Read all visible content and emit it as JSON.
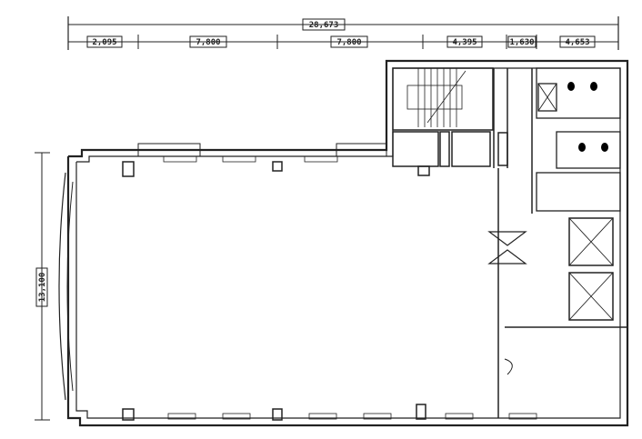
{
  "plan": {
    "overall_width": "28,673",
    "segments": [
      "2,095",
      "7,800",
      "7,800",
      "4,395",
      "1,630",
      "4,653"
    ],
    "overall_depth": "13,100"
  }
}
